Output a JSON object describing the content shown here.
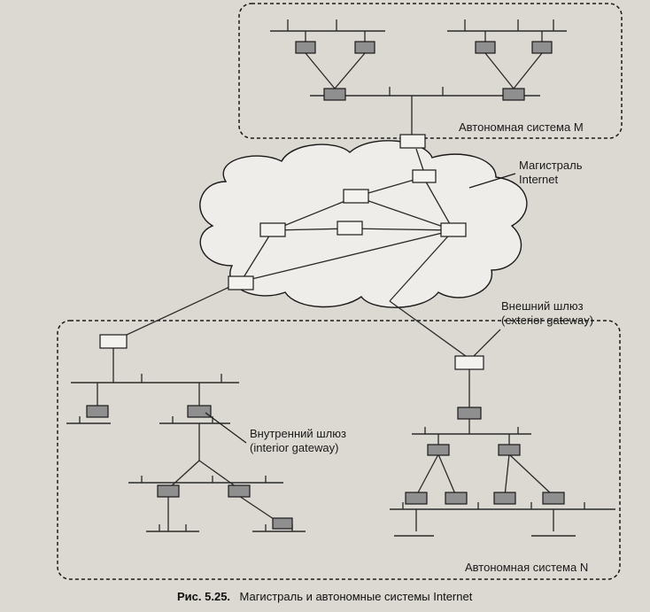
{
  "labels": {
    "as_m": "Автономная система M",
    "backbone_line1": "Магистраль",
    "backbone_line2": "Internet",
    "exterior_line1": "Внешний шлюз",
    "exterior_line2": "(exterior gateway)",
    "interior_line1": "Внутренний шлюз",
    "interior_line2": "(interior gateway)",
    "as_n": "Автономная система N"
  },
  "caption": {
    "figure": "Рис. 5.25.",
    "text": "Магистраль и автономные системы Internet"
  },
  "colors": {
    "background": "#dcd8d2",
    "interior_router": "#8f8f8f",
    "exterior_router": "#f4f2ee",
    "cloud": "#efedea",
    "line": "#2a2a2a"
  }
}
